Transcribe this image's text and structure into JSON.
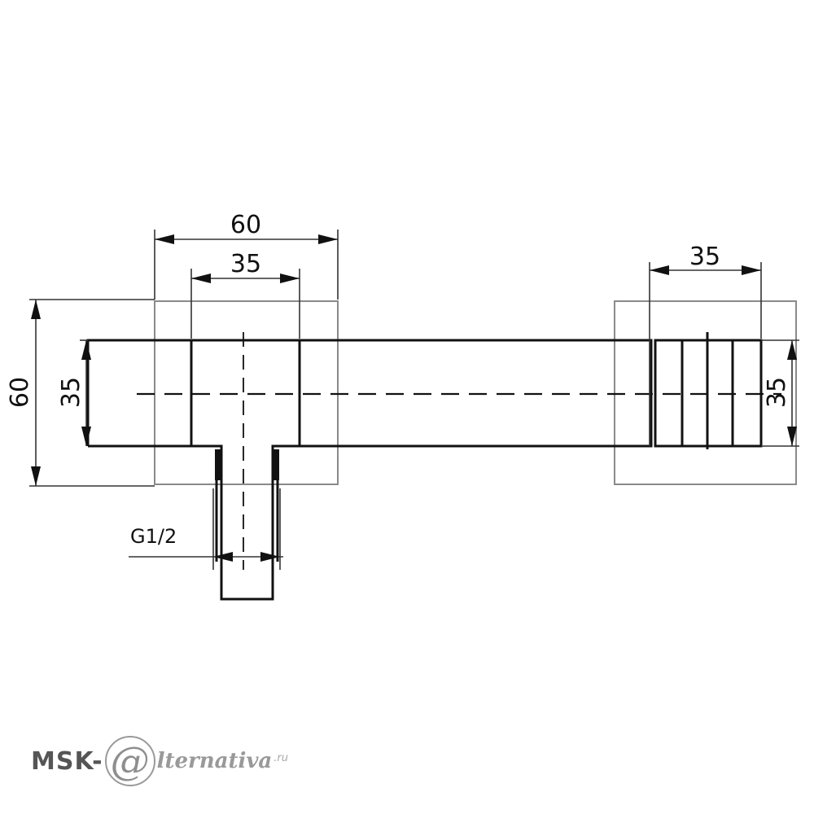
{
  "dimensions": {
    "top_left_width": "60",
    "top_left_inner": "35",
    "top_right_width": "35",
    "left_outer_height": "60",
    "left_inner_height": "35",
    "right_height": "35",
    "thread": "G1/2"
  },
  "watermark": {
    "prefix": "MSK-",
    "symbol": "@",
    "suffix": "lternativa",
    "tld": ".ru"
  },
  "colors": {
    "line": "#111111",
    "ghost": "#8a8a8a"
  }
}
